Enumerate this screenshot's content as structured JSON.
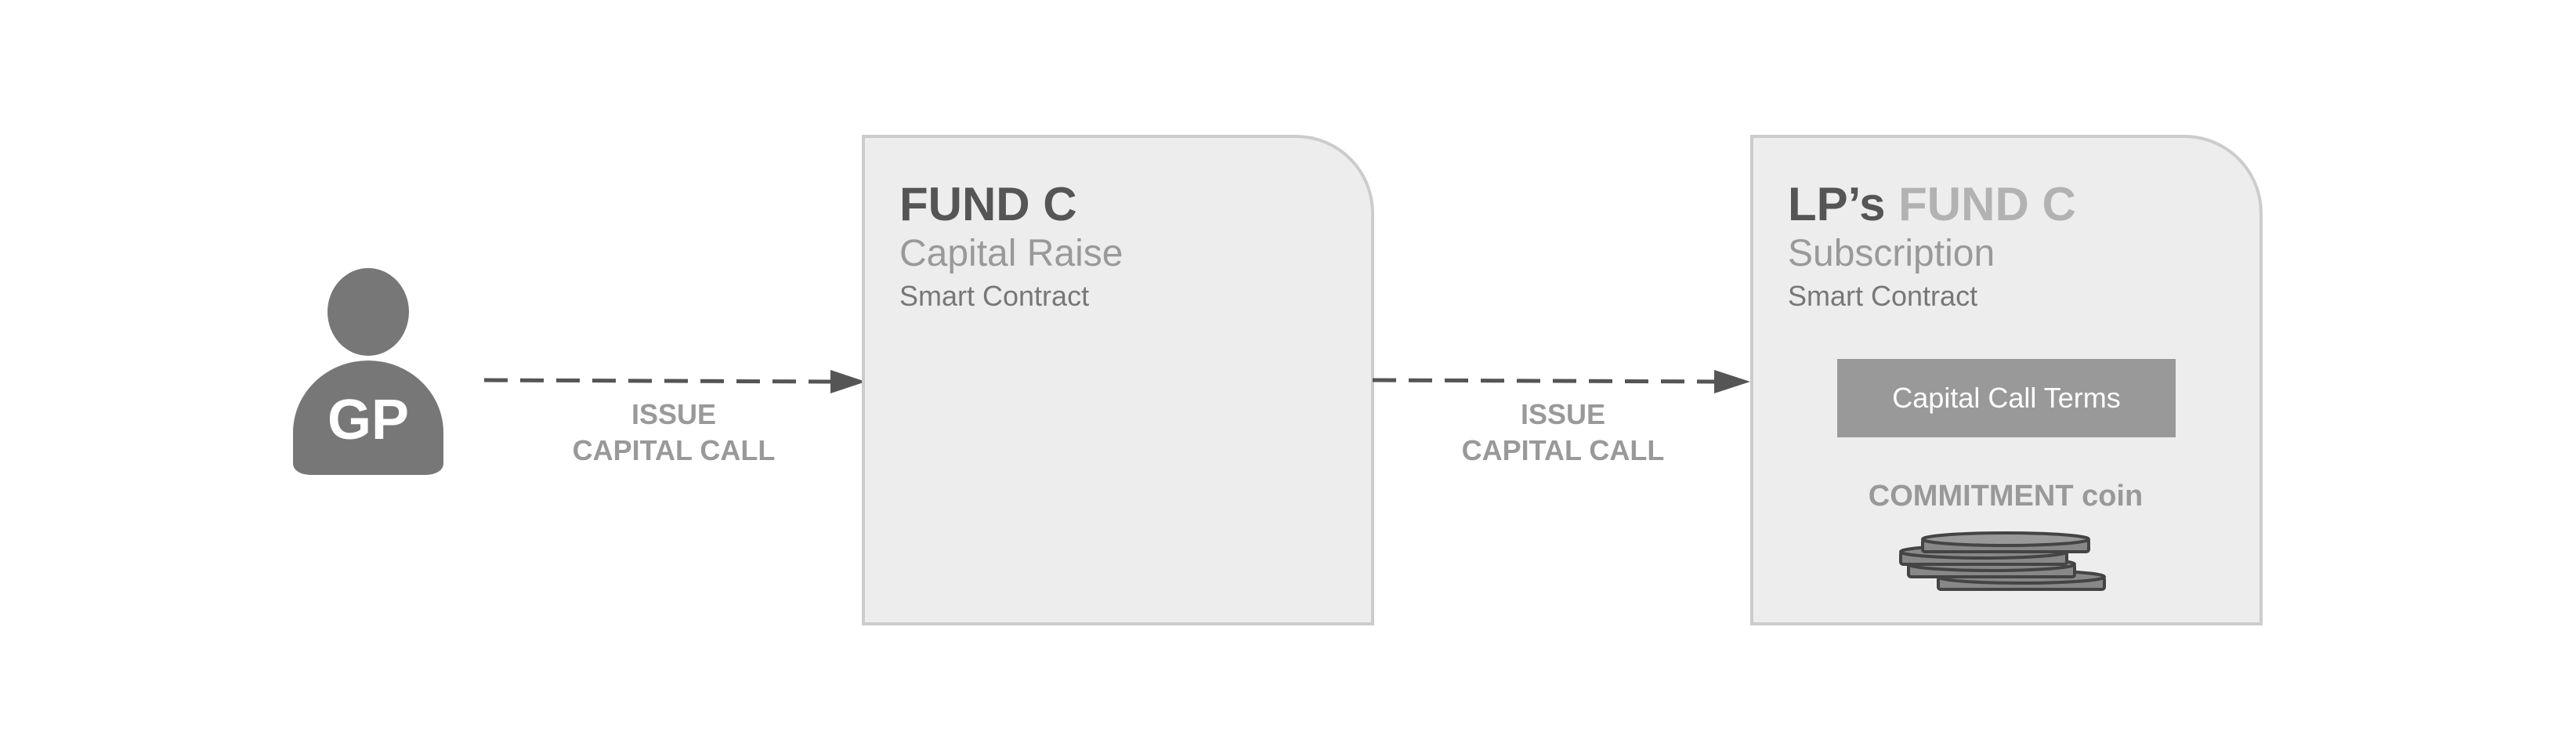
{
  "actor": {
    "label": "GP"
  },
  "arrows": [
    {
      "line1": "ISSUE",
      "line2": "CAPITAL CALL"
    },
    {
      "line1": "ISSUE",
      "line2": "CAPITAL CALL"
    }
  ],
  "fund_box": {
    "title": "FUND C",
    "subtitle": "Capital Raise",
    "caption": "Smart Contract"
  },
  "lp_box": {
    "title_prefix": "LP’s",
    "title_accent": "FUND C",
    "subtitle": "Subscription",
    "caption": "Smart Contract",
    "terms_button": "Capital Call Terms",
    "coin_label": "COMMITMENT coin"
  },
  "colors": {
    "dark": "#555555",
    "mid": "#999999",
    "box_fill": "#ededed",
    "box_border": "#cccccc",
    "coin": "#888888"
  }
}
